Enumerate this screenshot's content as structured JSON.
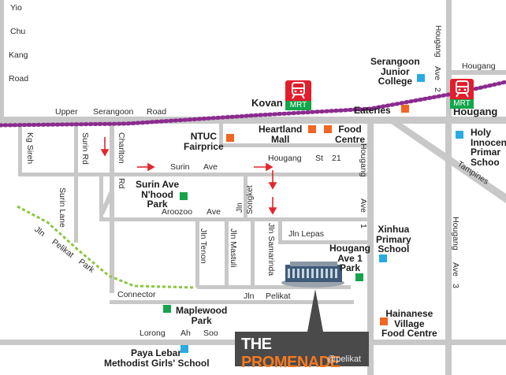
{
  "labels": {
    "yio_chu_kang_road": [
      "Yio",
      "Chu",
      "Kang",
      "Road"
    ],
    "upper_serangoon_road": [
      "Upper",
      "Serangoon",
      "Road"
    ],
    "kovan": "Kovan",
    "mrt": "MRT",
    "serangoon_junior_college": [
      "Serangoon",
      "Junior",
      "College"
    ],
    "eateries": "Eateries",
    "hougang": "Hougang",
    "hougang_ave_2": [
      "Hougang",
      "Ave",
      "2"
    ],
    "hougang_top": "Hougang",
    "holy_innocents": [
      "Holy",
      "Innocen",
      "Primar",
      "Schoo"
    ],
    "tampines": "Tampines",
    "kg_sireh": "Kg Sireh",
    "surin_rd": "Surin Rd",
    "charlton_rd": [
      "Charlton",
      "Rd"
    ],
    "ntuc_fairprice": [
      "NTUC",
      "Fairprice"
    ],
    "heartland_mall": [
      "Heartland",
      "Mall"
    ],
    "food_centre": [
      "Food",
      "Centre"
    ],
    "surin_ave": [
      "Surin",
      "Ave"
    ],
    "hougang_st_21": [
      "Hougang",
      "St",
      "21"
    ],
    "surin_ave_nhood_park": [
      "Surin Ave",
      "N'hood",
      "Park"
    ],
    "jln_songket": [
      "Jln",
      "Songket"
    ],
    "aroozoo_ave": [
      "Aroozoo",
      "Ave"
    ],
    "hougang_ave_1": [
      "Hougang",
      "Ave",
      "1"
    ],
    "surin_lane": "Surin Lane",
    "jln_pelikat_park": [
      "Jln",
      "Pelikat",
      "Park"
    ],
    "jln_lepas": "Jln Lepas",
    "jln_tenon": "Jln Tenon",
    "jln_mastuli": "Jln Mastuli",
    "jln_samarinda": "Jln Samarinda",
    "hougang_ave_1_park": [
      "Hougang",
      "Ave 1",
      "Park"
    ],
    "xinhua_primary_school": [
      "Xinhua",
      "Primary",
      "School"
    ],
    "hougang_ave_3": [
      "Hougang",
      "Ave",
      "3"
    ],
    "connector": "Connector",
    "jln_pelikat": [
      "Jln",
      "Pelikat"
    ],
    "maplewood_park": [
      "Maplewood",
      "Park"
    ],
    "hainanese_village_food_centre": [
      "Hainanese",
      "Village",
      "Food Centre"
    ],
    "lorong_ah_soo": [
      "Lorong",
      "Ah",
      "Soo"
    ],
    "paya_lebar_methodist": [
      "Paya Lebar",
      "Methodist Girls' School"
    ]
  },
  "promo": {
    "title_part1": "THE ",
    "title_part2": "PROMENADE",
    "subtitle": "@pelikat"
  },
  "colors": {
    "road": "#c8c8c8",
    "mrt_line": "#8b2b8f",
    "park_connector": "#8cc63f",
    "park_marker": "#16a34a",
    "school_marker": "#29abe2",
    "amenity_marker": "#f26522",
    "mrt_red": "#e31d2b",
    "mrt_green": "#12a54a",
    "arrow": "#e3262b",
    "promo_bg": "#4a4a4a",
    "promo_accent": "#f47920"
  }
}
